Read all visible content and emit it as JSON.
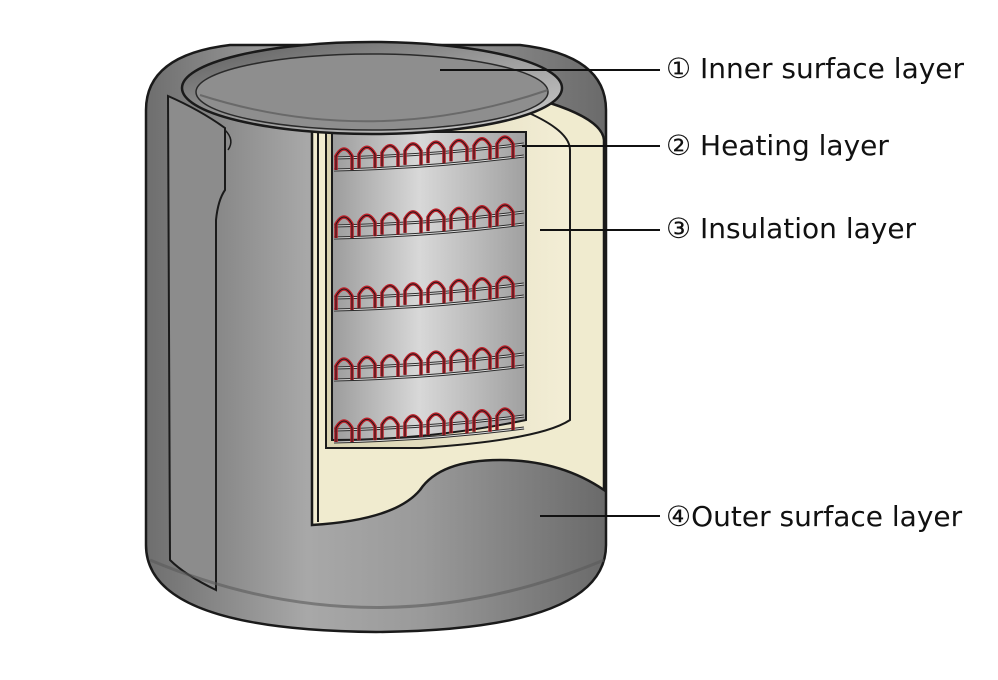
{
  "labels": [
    {
      "number": "①",
      "text": "Inner surface layer"
    },
    {
      "number": "②",
      "text": "Heating layer"
    },
    {
      "number": "③",
      "text": "Insulation layer"
    },
    {
      "number": "④",
      "text": "Outer surface layer"
    }
  ],
  "colors": {
    "outer_shell": "#8a8a8a",
    "insulation": "#f0ebcf",
    "inner_core": "#bdbdbd",
    "heating_wire": "#c0202a",
    "outline": "#1a1a1a"
  }
}
